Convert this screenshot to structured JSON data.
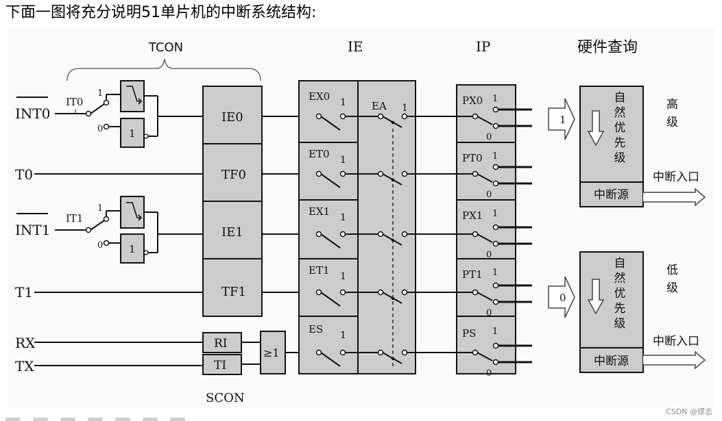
{
  "heading": "下面一图将充分说明51单片机的中断系统结构:",
  "watermark": "CSDN @缪志",
  "diagram": {
    "section_titles": {
      "tcon": "TCON",
      "ie": "IE",
      "ip": "IP",
      "hw_query": "硬件查询",
      "scon": "SCON"
    },
    "inputs": {
      "int0": "INT0",
      "t0": "T0",
      "int1": "INT1",
      "t1": "T1",
      "rx": "RX",
      "tx": "TX"
    },
    "it_switches": {
      "it0": "IT0",
      "it1": "IT1",
      "pos1": "1",
      "pos0": "0",
      "level_box": "1"
    },
    "tcon_flags": [
      "IE0",
      "TF0",
      "IE1",
      "TF1"
    ],
    "scon_flags": {
      "ri": "RI",
      "ti": "TI",
      "or_gate": "≥1"
    },
    "ie_enables": [
      "EX0",
      "ET0",
      "EX1",
      "ET1",
      "ES"
    ],
    "ie_on": "1",
    "ea": {
      "label": "EA",
      "on": "1"
    },
    "ip_priorities": [
      "PX0",
      "PT0",
      "PX1",
      "PT1",
      "PS"
    ],
    "ip_pos1": "1",
    "ip_pos0": "0",
    "priority_groups": {
      "high": {
        "level": "高级",
        "in_value": "1",
        "box_label": "自然优先级",
        "source": "中断源",
        "exit": "中断入口"
      },
      "low": {
        "level": "低级",
        "in_value": "0",
        "box_label": "自然优先级",
        "source": "中断源",
        "exit": "中断入口"
      }
    }
  },
  "colors": {
    "box_fill": "#cccccc",
    "stroke": "#1a1a1a",
    "panel_bg": "#fafafa"
  }
}
